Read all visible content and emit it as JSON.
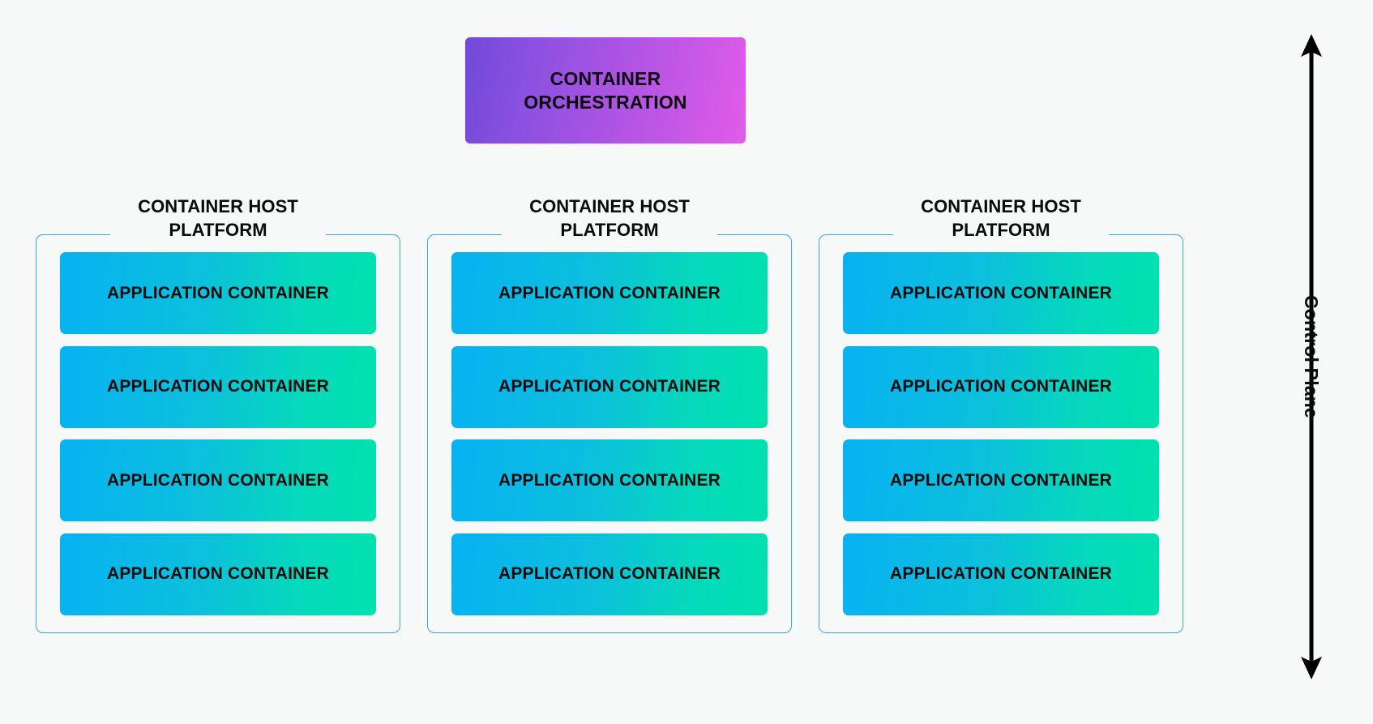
{
  "diagram": {
    "background_color": "#F7F8F8",
    "title_block": {
      "label": "CONTAINER\nORCHESTRATION",
      "gradient_from": "#7149D8",
      "gradient_to": "#E05CE8"
    },
    "columns": [
      {
        "title": "CONTAINER HOST\nPLATFORM",
        "border_color": "#36A6EA",
        "containers": [
          {
            "label": "APPLICATION CONTAINER"
          },
          {
            "label": "APPLICATION CONTAINER"
          },
          {
            "label": "APPLICATION CONTAINER"
          },
          {
            "label": "APPLICATION CONTAINER"
          }
        ]
      },
      {
        "title": "CONTAINER HOST\nPLATFORM",
        "border_color": "#36A6EA",
        "containers": [
          {
            "label": "APPLICATION CONTAINER"
          },
          {
            "label": "APPLICATION CONTAINER"
          },
          {
            "label": "APPLICATION CONTAINER"
          },
          {
            "label": "APPLICATION CONTAINER"
          }
        ]
      },
      {
        "title": "CONTAINER HOST\nPLATFORM",
        "border_color": "#36A6EA",
        "containers": [
          {
            "label": "APPLICATION CONTAINER"
          },
          {
            "label": "APPLICATION CONTAINER"
          },
          {
            "label": "APPLICATION CONTAINER"
          },
          {
            "label": "APPLICATION CONTAINER"
          }
        ]
      }
    ],
    "container_gradient_from": "#07B2F2",
    "container_gradient_to": "#00E2AE",
    "annotation": {
      "label": "Control Plane",
      "arrow_color": "#000000",
      "arrow_direction": "double-vertical"
    }
  }
}
